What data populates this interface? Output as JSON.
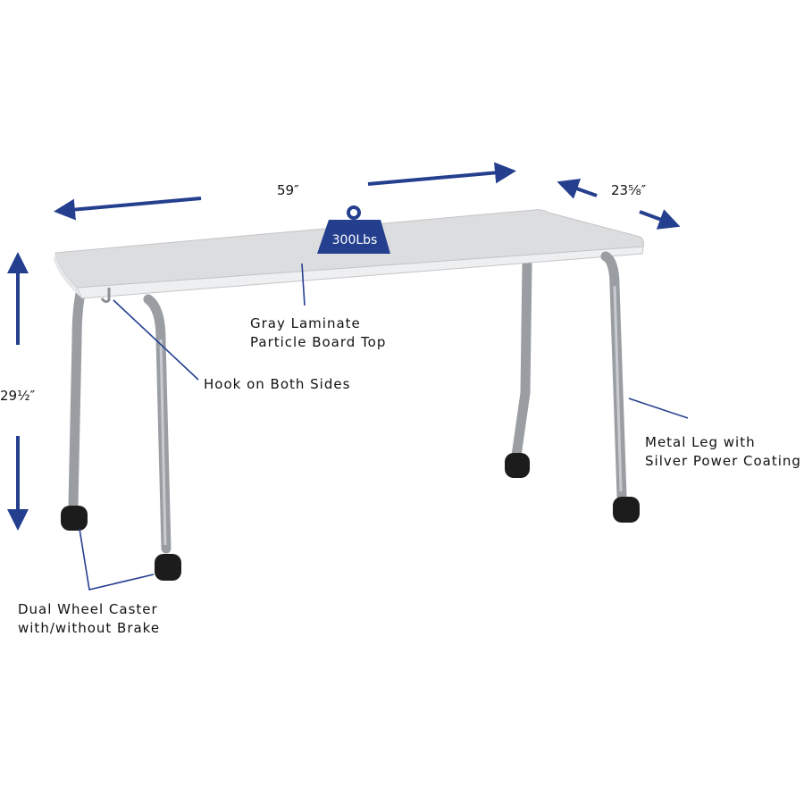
{
  "dimensions": {
    "width": "59″",
    "depth": "23⁵⁄₈″",
    "height": "29¹⁄₂″"
  },
  "weight_badge": "300Lbs",
  "callouts": {
    "top": [
      "Gray Laminate",
      "Particle Board Top"
    ],
    "hook": [
      "Hook on Both Sides"
    ],
    "leg": [
      "Metal Leg with",
      "Silver Power Coating"
    ],
    "caster": [
      "Dual Wheel Caster",
      "with/without Brake"
    ]
  },
  "colors": {
    "accent": "#253f8f",
    "tabletop": "#dcdddf",
    "leg": "#9a9ea3",
    "caster": "#1c1c1c"
  }
}
